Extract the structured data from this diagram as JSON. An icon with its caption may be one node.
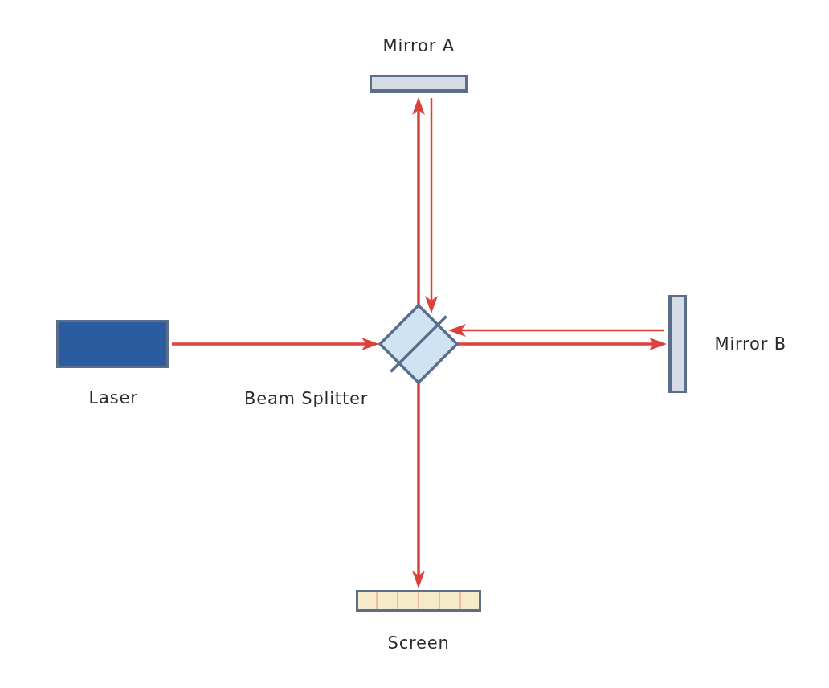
{
  "diagram": {
    "nodes": [
      {
        "text": [
          "Mirror A"
        ]
      },
      {
        "text": [
          "Laser"
        ]
      },
      {
        "text": [
          "Beam Splitter"
        ]
      },
      {
        "text": [
          "Mirror B"
        ]
      },
      {
        "text": [
          "Screen"
        ]
      }
    ],
    "edges": [
      {
        "from": 1,
        "to": 2,
        "arrow": "to"
      },
      {
        "from": 2,
        "to": 0,
        "arrow": "to"
      },
      {
        "from": 0,
        "to": 2,
        "arrow": "to"
      },
      {
        "from": 2,
        "to": 3,
        "arrow": "to"
      },
      {
        "from": 3,
        "to": 2,
        "arrow": "to"
      },
      {
        "from": 2,
        "to": 4,
        "arrow": "to"
      }
    ]
  }
}
